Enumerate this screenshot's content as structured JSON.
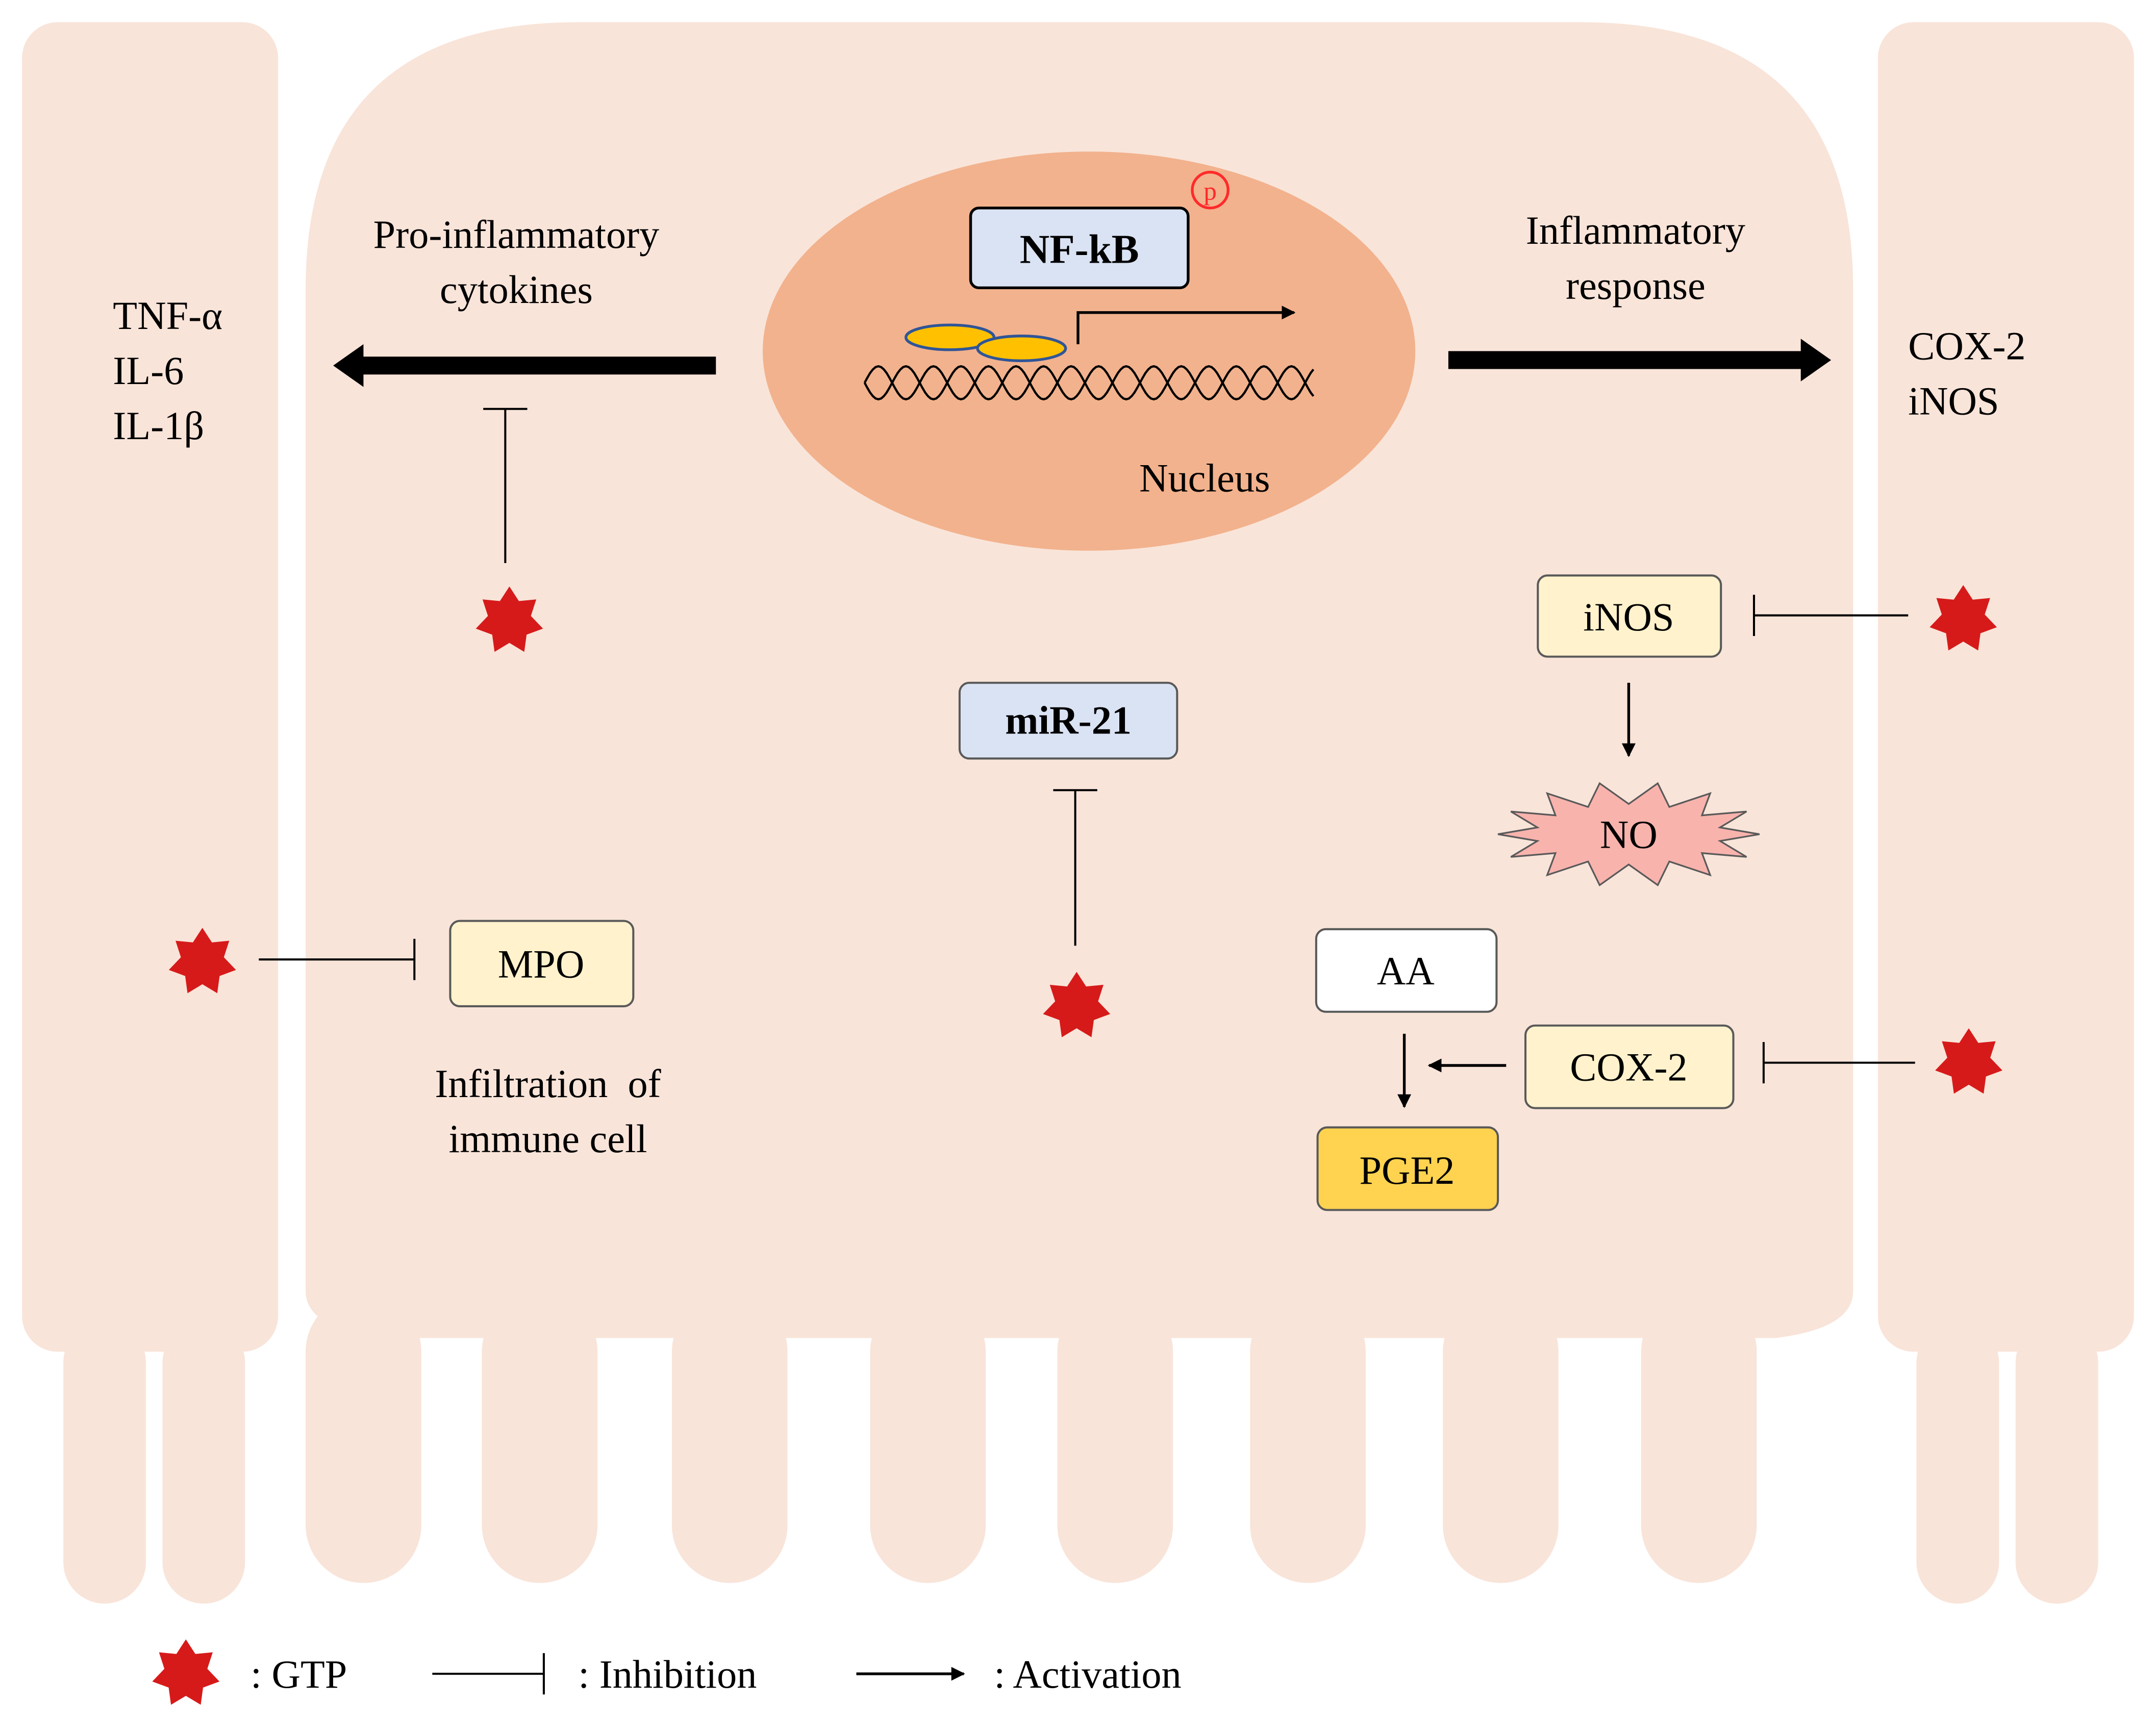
{
  "nfkb": {
    "label": "NF-kB",
    "phospho": "p"
  },
  "nucleus": {
    "label": "Nucleus"
  },
  "left_arrow": {
    "line1": "Pro-inflammatory",
    "line2": "cytokines"
  },
  "right_arrow": {
    "line1": "Inflammatory",
    "line2": "response"
  },
  "cytokines": [
    "TNF-α",
    "IL-6",
    "IL-1β"
  ],
  "enzymes": [
    "COX-2",
    "iNOS"
  ],
  "nodes": {
    "inos": "iNOS",
    "no": "NO",
    "mir21": "miR-21",
    "mpo": "MPO",
    "aa": "AA",
    "cox2": "COX-2",
    "pge2": "PGE2"
  },
  "infiltration": {
    "line1": "Infiltration  of",
    "line2": "immune cell"
  },
  "legend": {
    "gtp": ": GTP",
    "inhibition": ": Inhibition",
    "activation": ": Activation"
  },
  "colors": {
    "cell_fill": "#f9e4d9",
    "nucleus_fill": "#f2b28d",
    "nfkb_box": "#dae3f3",
    "enzyme_box": "#fff2cc",
    "pge2_box": "#ffd34f",
    "no_burst": "#f8b3ad",
    "gtp_star": "#d61a1a",
    "phospho": "#ff2a2a"
  }
}
